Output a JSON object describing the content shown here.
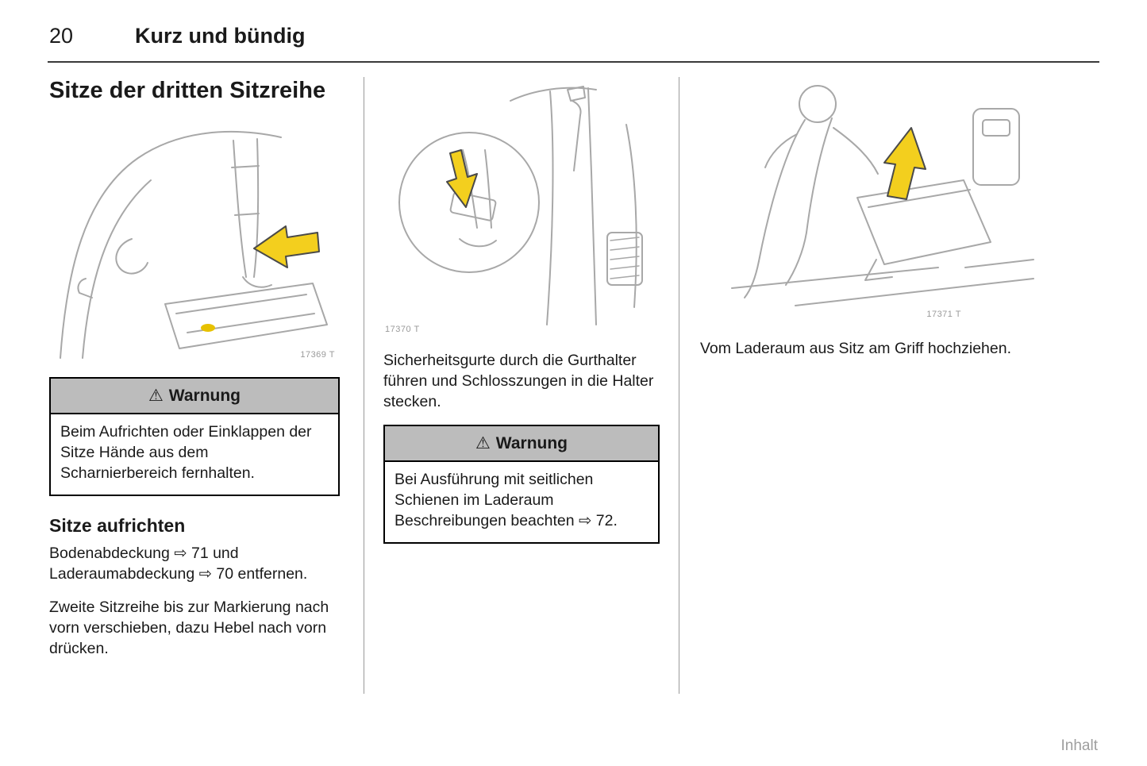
{
  "page": {
    "number": "20",
    "chapter": "Kurz und bündig",
    "footer_link": "Inhalt"
  },
  "icons": {
    "warning": "⚠",
    "ref_arrow": "⇨"
  },
  "col1": {
    "heading": "Sitze der dritten Sitzreihe",
    "figure_label": "17369 T",
    "warning_title": "Warnung",
    "warning_body": "Beim Aufrichten oder Einklappen der Sitze Hände aus dem Scharnierbereich fernhalten.",
    "subheading": "Sitze aufrichten",
    "para1": "Bodenabdeckung ⇨ 71 und Laderaumabdeckung ⇨ 70 entfernen.",
    "para2": "Zweite Sitzreihe bis zur Markierung nach vorn verschieben, dazu Hebel nach vorn drücken."
  },
  "col2": {
    "figure_label": "17370 T",
    "para1": "Sicherheitsgurte durch die Gurthalter führen und Schlosszungen in die Halter stecken.",
    "warning_title": "Warnung",
    "warning_body": "Bei Ausführung mit seitlichen Schienen im Laderaum Beschreibungen beachten ⇨ 72."
  },
  "col3": {
    "figure_label": "17371 T",
    "para1": "Vom Laderaum aus Sitz am Griff hochziehen."
  }
}
